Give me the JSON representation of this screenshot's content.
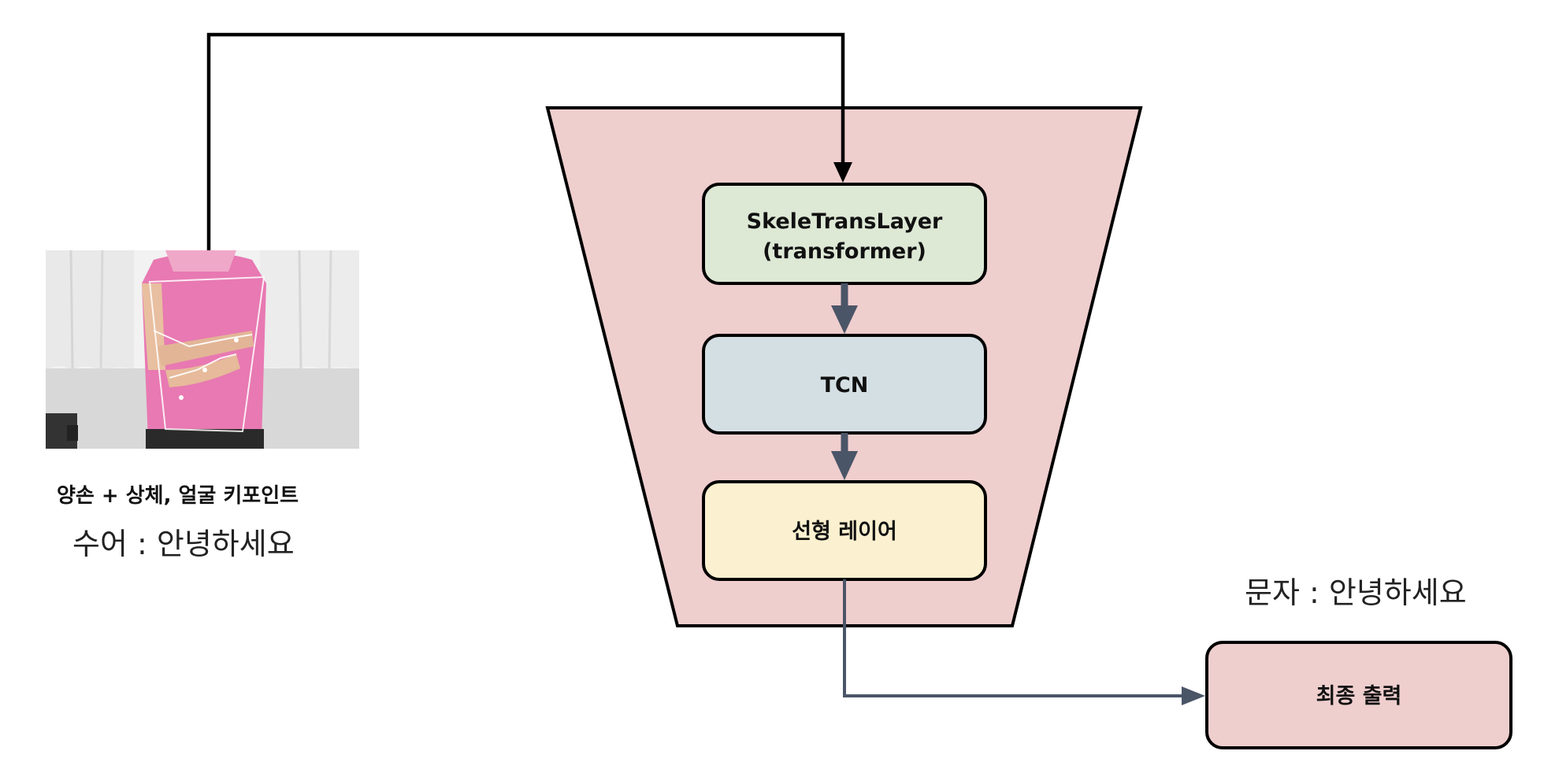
{
  "input": {
    "caption_keypoints": "양손 + 상체, 얼굴 키포인트",
    "caption_sign": "수어 : 안녕하세요"
  },
  "model": {
    "block1_line1": "SkeleTransLayer",
    "block1_line2": "(transformer)",
    "block2": "TCN",
    "block3": "선형 레이어"
  },
  "output": {
    "label": "최종 출력",
    "caption": "문자 : 안녕하세요"
  },
  "colors": {
    "funnel": "#EFCECE",
    "block1": "#DDE8D5",
    "block2": "#D4DFE4",
    "block3": "#FBF0CF",
    "output": "#EFCECE",
    "arrow_dark": "#000000",
    "arrow_slate": "#4B5568"
  }
}
